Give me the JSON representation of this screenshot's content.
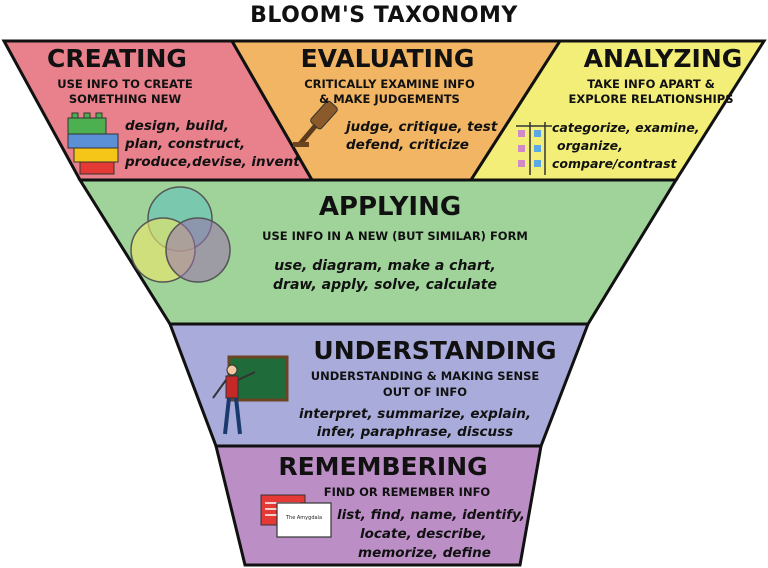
{
  "title": "BLOOM'S TAXONOMY",
  "levels": {
    "creating": {
      "heading": "CREATING",
      "desc1": "USE INFO TO CREATE",
      "desc2": "SOMETHING NEW",
      "verbs": [
        "design, build,",
        "plan, construct,",
        "produce,devise, invent"
      ],
      "color": "#e8818c"
    },
    "evaluating": {
      "heading": "EVALUATING",
      "desc1": "CRITICALLY EXAMINE INFO",
      "desc2": "& MAKE JUDGEMENTS",
      "verbs": [
        "judge, critique, test",
        "defend, criticize"
      ],
      "color": "#f2b564"
    },
    "analyzing": {
      "heading": "ANALYZING",
      "desc1": "TAKE INFO APART &",
      "desc2": "EXPLORE RELATIONSHIPS",
      "verbs": [
        "categorize, examine,",
        "organize,",
        "compare/contrast"
      ],
      "color": "#f2ee78"
    },
    "applying": {
      "heading": "APPLYING",
      "desc1": "USE INFO IN A NEW (BUT SIMILAR) FORM",
      "verbs": [
        "use, diagram, make a chart,",
        "draw, apply, solve, calculate"
      ],
      "color": "#9fd39a"
    },
    "understanding": {
      "heading": "UNDERSTANDING",
      "desc1": "UNDERSTANDING & MAKING SENSE",
      "desc2": "OUT OF INFO",
      "verbs": [
        "interpret, summarize, explain,",
        "infer, paraphrase, discuss"
      ],
      "color": "#a9acdb"
    },
    "remembering": {
      "heading": "REMEMBERING",
      "desc1": "FIND OR REMEMBER INFO",
      "verbs": [
        "list, find, name, identify,",
        "locate, describe,",
        "memorize, define"
      ],
      "color": "#bb8fc6"
    }
  },
  "card_text": "The Amygdala",
  "outline_color": "#111111"
}
